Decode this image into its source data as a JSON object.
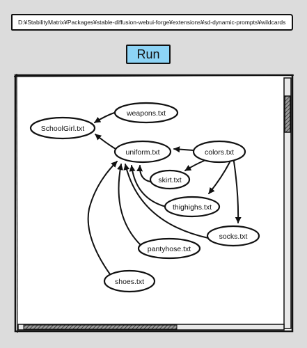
{
  "toolbar": {
    "path": "D:¥StabilityMatrix¥Packages¥stable-diffusion-webui-forge¥extensions¥sd-dynamic-prompts¥wildcards",
    "run_label": "Run"
  },
  "graph": {
    "nodes": [
      {
        "id": "weapons",
        "label": "weapons.txt"
      },
      {
        "id": "schoolgirl",
        "label": "SchoolGirl.txt"
      },
      {
        "id": "uniform",
        "label": "uniform.txt"
      },
      {
        "id": "colors",
        "label": "colors.txt"
      },
      {
        "id": "skirt",
        "label": "skirt.txt"
      },
      {
        "id": "thighighs",
        "label": "thighighs.txt"
      },
      {
        "id": "socks",
        "label": "socks.txt"
      },
      {
        "id": "pantyhose",
        "label": "pantyhose.txt"
      },
      {
        "id": "shoes",
        "label": "shoes.txt"
      }
    ],
    "edges": [
      {
        "from": "weapons",
        "to": "schoolgirl"
      },
      {
        "from": "uniform",
        "to": "schoolgirl"
      },
      {
        "from": "colors",
        "to": "uniform"
      },
      {
        "from": "colors",
        "to": "skirt"
      },
      {
        "from": "colors",
        "to": "thighighs"
      },
      {
        "from": "colors",
        "to": "socks"
      },
      {
        "from": "skirt",
        "to": "uniform"
      },
      {
        "from": "thighighs",
        "to": "uniform"
      },
      {
        "from": "socks",
        "to": "uniform"
      },
      {
        "from": "pantyhose",
        "to": "uniform"
      },
      {
        "from": "shoes",
        "to": "uniform"
      }
    ]
  }
}
